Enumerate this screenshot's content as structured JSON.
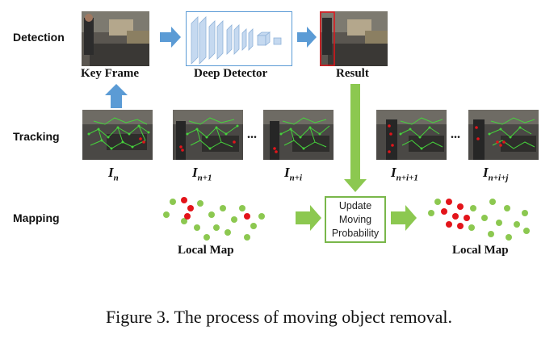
{
  "rows": {
    "detection": "Detection",
    "tracking": "Tracking",
    "mapping": "Mapping"
  },
  "detection": {
    "key_frame": "Key Frame",
    "deep_detector": "Deep Detector",
    "result": "Result"
  },
  "frames": [
    {
      "base": "I",
      "sub": "n"
    },
    {
      "base": "I",
      "sub": "n+1"
    },
    {
      "base": "I",
      "sub": "n+i"
    },
    {
      "base": "I",
      "sub": "n+i+1"
    },
    {
      "base": "I",
      "sub": "n+i+j"
    }
  ],
  "ellipsis": "...",
  "mapping": {
    "local_map_left": "Local Map",
    "local_map_right": "Local Map",
    "update_line1": "Update",
    "update_line2": "Moving",
    "update_line3": "Probability"
  },
  "caption": "Figure 3. The process of moving object removal.",
  "colors": {
    "blue_arrow": "#5b9bd5",
    "green_arrow": "#8cc850",
    "red_point": "#e3141a",
    "green_point": "#8cc850"
  }
}
